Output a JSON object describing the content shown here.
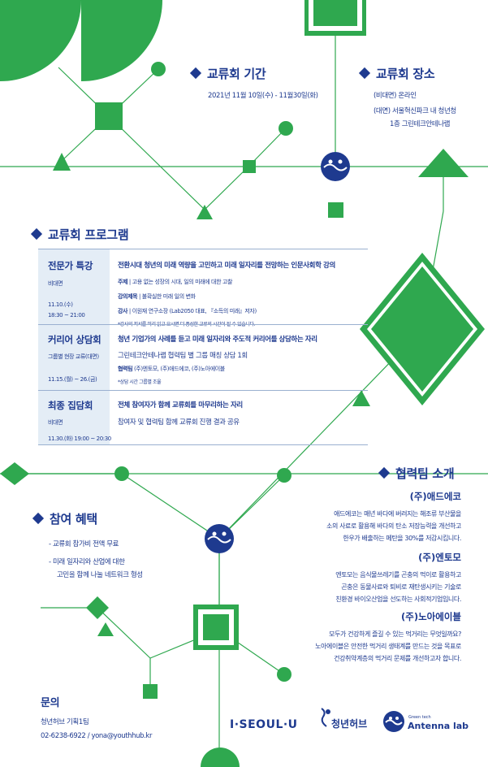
{
  "period": {
    "heading": "교류회 기간",
    "dates": "2021년 11월 10일(수) - 11월30일(화)"
  },
  "place": {
    "heading": "교류회  장소",
    "lines": [
      "(비대면) 온라인",
      "(대면) 서울혁신파크 내 청년청",
      "1층 그린테크안테나랩"
    ]
  },
  "program": {
    "heading": "교류회 프로그램",
    "rows": [
      {
        "title": "전문가 특강",
        "mode": "비대면",
        "date": "11.10.(수)",
        "time": "18:30 ~ 21:00",
        "headline": "전환시대 청년의 미래 역량을 고민하고 미래 일자리를 전망하는 인문사회학 강의",
        "details": [
          {
            "label": "주제",
            "text": "고용 없는 성장의 시대, 일의 미래에 대한 고찰"
          },
          {
            "label": "강의제목",
            "text": "불확실한 미래 일의 변화"
          },
          {
            "label": "강사",
            "text": "이원재 연구소장 (Lab2050 대표, 『소득의 미래』저자)"
          }
        ],
        "note": "*강사의 저서를 미리 읽고 오시면 더 풍성한 교류의 시간이 될 수 있습니다."
      },
      {
        "title": "커리어 상담회",
        "mode": "그룹별 현장 교류(대면)",
        "date_time": "11.15.(월) ~ 26.(금)",
        "headline": "청년 기업가의 사례를 듣고 미래 일자리와 주도적 커리어를 상담하는 자리",
        "line2": "그린테크안테나랩 협력팀 별 그룹 매칭 상담 1회",
        "line3_label": "협력팀",
        "line3": "(주)엔토모, (주)애드에코, (주)노아에이블",
        "note": "*상담 시간 그룹별 조율"
      },
      {
        "title": "최종 집담회",
        "mode": "비대면",
        "date_time": "11.30.(화) 19:00 ~ 20:30",
        "headline": "전체 참여자가 함께 교류회를 마무리하는 자리",
        "line2": "참여자 및 협력팀 함께 교류회 진행 결과 공유"
      }
    ]
  },
  "partners": {
    "heading": "협력팀 소개",
    "items": [
      {
        "name": "(주)애드에코",
        "lines": [
          "애드에코는 매년 바다에 버려지는 해조류 부산물을",
          "소의 사료로 활용해 바다의 탄소 저장능력을 개선하고",
          "한우가 배출하는 메탄을 30%를 저감시킵니다."
        ]
      },
      {
        "name": "(주)엔토모",
        "lines": [
          "엔토모는 음식물쓰레기를 곤충의 먹이로 활용하고",
          "곤충은 동물사료와 퇴비로 재탄생시키는 기술로",
          "친환경 바이오산업을 선도하는 사회적기업입니다."
        ]
      },
      {
        "name": "(주)노아에이블",
        "lines": [
          "모두가 건강하게 즐길 수 있는 먹거리는 무엇일까요?",
          "노아에이블은 안전한 먹거리 생태계를 만드는 것을 목표로",
          "건강취약계층의 먹거리 문제를 개선하고자 합니다."
        ]
      }
    ]
  },
  "benefits": {
    "heading": "참여 혜택",
    "items": [
      "- 교류회 참가비 전액 무료",
      "- 미래 일자리와 산업에 대한",
      "고민을 함께 나눌 네트워크 형성"
    ]
  },
  "contact": {
    "heading": "문의",
    "org": "청년허브 기획1팀",
    "info": "02-6238-6922 / yona@youthhub.kr"
  },
  "logos": {
    "seoul": "I·SEOUL·U",
    "youthhub": "청년허브",
    "antenna_small": "Green tech",
    "antenna": "Antenna lab"
  },
  "colors": {
    "green": "#2fa84f",
    "navy": "#1e3a8f",
    "panel": "#e4edf6"
  }
}
